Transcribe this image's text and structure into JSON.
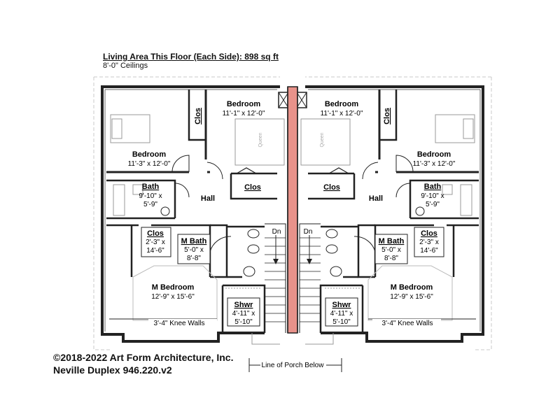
{
  "header": {
    "title": "Living Area This Floor (Each Side): 898 sq ft",
    "subtitle": "8'-0\" Ceilings"
  },
  "footer": {
    "copyright": "©2018-2022 Art Form Architecture, Inc.",
    "plan_name": "Neville Duplex 946.220.v2"
  },
  "rooms": {
    "bedroom_inner": {
      "name": "Bedroom",
      "dims": "11'-1\" x 12'-0\""
    },
    "bedroom_outer": {
      "name": "Bedroom",
      "dims": "11'-3\" x 12'-0\""
    },
    "clos_vertical": "Clos",
    "clos_hall": "Clos",
    "hall": "Hall",
    "bath": {
      "name": "Bath",
      "dim1": "9'-10\" x",
      "dim2": "5'-9\""
    },
    "walkin_clos": {
      "name": "Clos",
      "dim1": "2'-3\" x",
      "dim2": "14'-6\""
    },
    "m_bath": {
      "name": "M Bath",
      "dim1": "5'-0\" x",
      "dim2": "8'-8\""
    },
    "m_bedroom": {
      "name": "M Bedroom",
      "dims": "12'-9\" x 15'-6\""
    },
    "shwr": {
      "name": "Shwr",
      "dim1": "4'-11\" x",
      "dim2": "5'-10\""
    },
    "queen": "Queen",
    "stair_dn": "Dn",
    "knee_walls": "3'-4\" Knee Walls"
  },
  "porch_label": "Line of Porch Below",
  "colors": {
    "wall": "#222222",
    "fixture": "#999999",
    "party_wall": "#e8928a"
  }
}
